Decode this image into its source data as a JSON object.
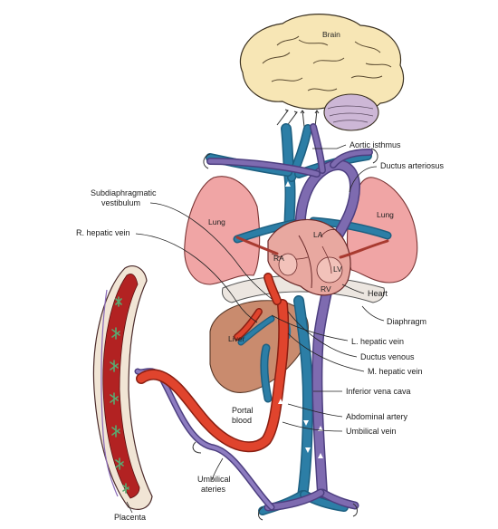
{
  "labels": {
    "brain": "Brain",
    "aortic_isthmus": "Aortic isthmus",
    "ductus_arteriosus": "Ductus arteriosus",
    "subdiaphragmatic_vestibulum_1": "Subdiaphragmatic",
    "subdiaphragmatic_vestibulum_2": "vestibulum",
    "r_hepatic_vein": "R. hepatic vein",
    "lung_left": "Lung",
    "lung_right": "Lung",
    "ra": "RA",
    "la": "LA",
    "lv": "LV",
    "rv": "RV",
    "heart": "Heart",
    "diaphragm": "Diaphragm",
    "liver": "Liver",
    "l_hepatic_vein": "L. hepatic vein",
    "ductus_venous": "Ductus venous",
    "m_hepatic_vein": "M. hepatic vein",
    "inferior_vena_cava": "Inferior vena cava",
    "portal_blood_1": "Portal",
    "portal_blood_2": "blood",
    "abdominal_artery": "Abdominal artery",
    "umbilical_vein": "Umbilical vein",
    "umbilical_ateries_1": "Umbilical",
    "umbilical_ateries_2": "ateries",
    "placenta": "Placenta"
  },
  "colors": {
    "brain": "#f7e6b5",
    "cerebellum": "#cdb7d6",
    "lung": "#f0a5a5",
    "heart": "#e8a8a0",
    "liver": "#c98b6e",
    "placenta": "#b22222",
    "artery_red": "#e0442d",
    "vein_blue": "#2c7ea6",
    "mixed_purple": "#7e6bb0",
    "diaphragm": "#ece6e0"
  }
}
